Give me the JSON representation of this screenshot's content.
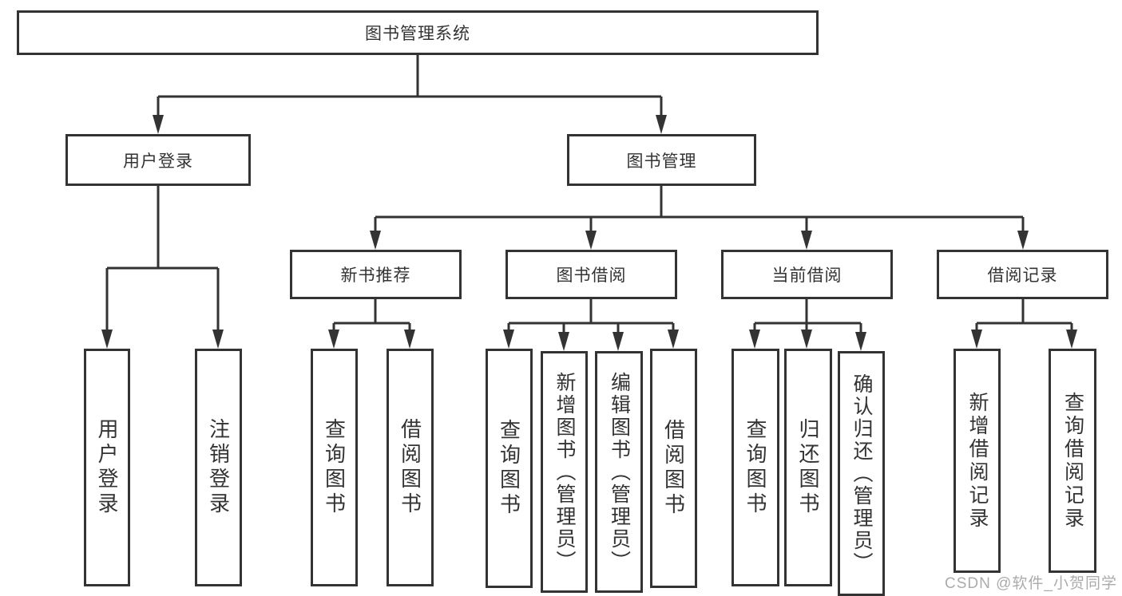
{
  "tree": {
    "label": "图书管理系统",
    "children": [
      {
        "label": "用户登录",
        "children": [
          {
            "label": "用户登录"
          },
          {
            "label": "注销登录"
          }
        ]
      },
      {
        "label": "图书管理",
        "children": [
          {
            "label": "新书推荐",
            "children": [
              {
                "label": "查询图书"
              },
              {
                "label": "借阅图书"
              }
            ]
          },
          {
            "label": "图书借阅",
            "children": [
              {
                "label": "查询图书"
              },
              {
                "label": "新增图书（管理员）"
              },
              {
                "label": "编辑图书（管理员）"
              },
              {
                "label": "借阅图书"
              }
            ]
          },
          {
            "label": "当前借阅",
            "children": [
              {
                "label": "查询图书"
              },
              {
                "label": "归还图书"
              },
              {
                "label": "确认归还（管理员）"
              }
            ]
          },
          {
            "label": "借阅记录",
            "children": [
              {
                "label": "新增借阅记录"
              },
              {
                "label": "查询借阅记录"
              }
            ]
          }
        ]
      }
    ]
  },
  "watermark": "CSDN @软件_小贺同学",
  "colors": {
    "line": "#333333",
    "box_border": "#333333",
    "text": "#333333",
    "watermark": "#ababab",
    "background": "#ffffff"
  }
}
